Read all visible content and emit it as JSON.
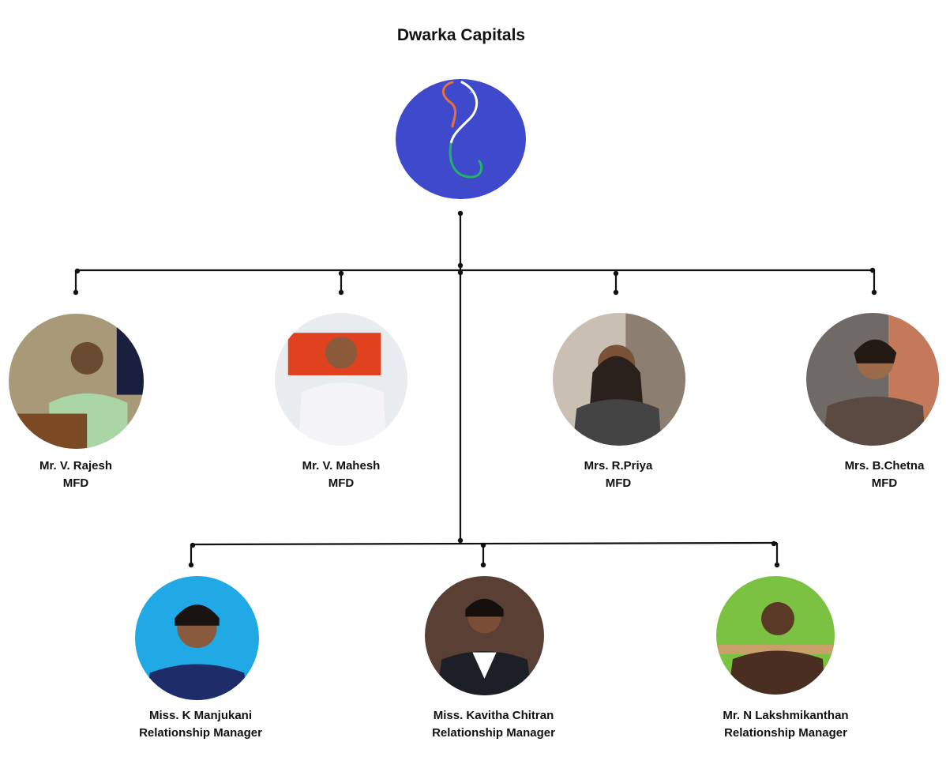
{
  "title": "Dwarka Capitals",
  "logo_icon": "swan-logo-icon",
  "colors": {
    "logo_bg": "#3F49CC",
    "saffron": "#E8703A",
    "green": "#22B36A",
    "line": "#111111"
  },
  "members": [
    {
      "name": "Mr. V. Rajesh",
      "role": "MFD"
    },
    {
      "name": "Mr. V. Mahesh",
      "role": "MFD"
    },
    {
      "name": "Mrs. R.Priya",
      "role": "MFD"
    },
    {
      "name": "Mrs. B.Chetna",
      "role": "MFD"
    },
    {
      "name": "Miss. K Manjukani",
      "role": "Relationship Manager"
    },
    {
      "name": "Miss. Kavitha Chitran",
      "role": "Relationship Manager"
    },
    {
      "name": "Mr. N Lakshmikanthan",
      "role": "Relationship Manager"
    }
  ]
}
